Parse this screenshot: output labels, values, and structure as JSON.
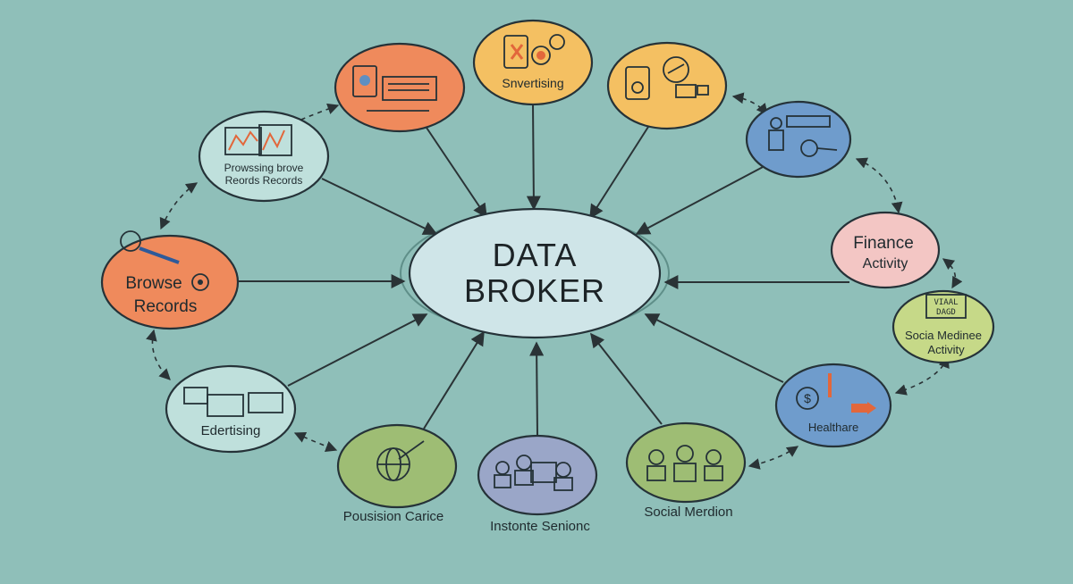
{
  "center": {
    "line1": "DATA",
    "line2": "BROKER"
  },
  "nodes": {
    "snvertising": {
      "label": "Snvertising",
      "icon": "phone-target-icon"
    },
    "dashboard": {
      "label": "",
      "icon": "dashboard-icon"
    },
    "devices": {
      "label": "",
      "icon": "devices-icon"
    },
    "browsing": {
      "line1": "Prowssing brove",
      "line2": "Reords Records",
      "icon": "chart-windows-icon"
    },
    "person_key": {
      "label": "",
      "icon": "person-key-icon"
    },
    "browse_records": {
      "line1": "Browse",
      "line2": "Records",
      "icon": "magnifier-gear-icon"
    },
    "finance": {
      "line1": "Finance",
      "line2": "Activity"
    },
    "social_media": {
      "badge_line1": "VIAAL",
      "badge_line2": "DAGD",
      "line1": "Socia Medinee",
      "line2": "Activity"
    },
    "edertising": {
      "label": "Edertising",
      "icon": "chat-windows-icon"
    },
    "healthare": {
      "label": "Healthare",
      "icon": "dollar-arrows-icon"
    },
    "pousision": {
      "label": "Pousision Carice",
      "icon": "globe-target-icon"
    },
    "instonte": {
      "label": "Instonte Senionc",
      "icon": "people-icon"
    },
    "social_merdion": {
      "label": "Social Merdion",
      "icon": "group-icon"
    }
  },
  "colors": {
    "background": "#8fbfb9",
    "center_fill": "#cfe5e8",
    "orange": "#ef8a5c",
    "yellow": "#f4c062",
    "teal_light": "#bfe0dc",
    "blue": "#6f9ccc",
    "pink": "#f3c6c4",
    "lime": "#c6d988",
    "green": "#9ebd74",
    "lavender": "#9aa6c8"
  }
}
